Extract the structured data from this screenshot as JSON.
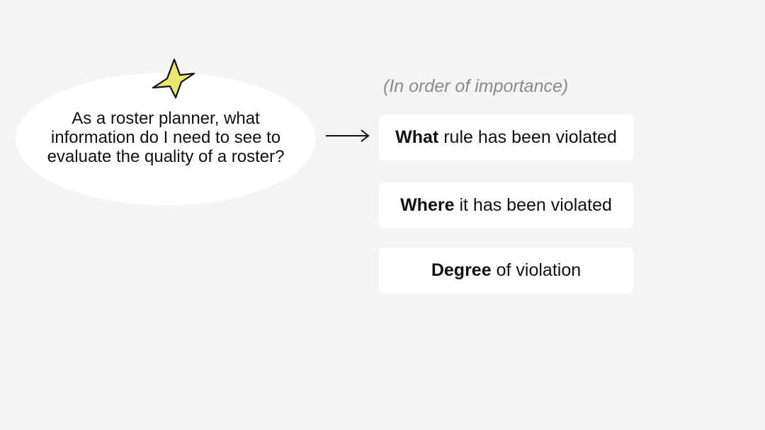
{
  "question": {
    "text": "As a roster planner, what information do I need to see to evaluate the quality of a roster?"
  },
  "icons": {
    "star": "star-icon",
    "arrow": "arrow-right-icon"
  },
  "colors": {
    "background": "#f4f4f4",
    "star_fill": "#ece66d",
    "note_text": "#8a8a8a"
  },
  "priority": {
    "note": "(In order of importance)",
    "items": [
      {
        "strong": "What",
        "rest": "rule has been violated"
      },
      {
        "strong": "Where",
        "rest": "it has been violated"
      },
      {
        "strong": "Degree",
        "rest": "of violation"
      }
    ]
  }
}
